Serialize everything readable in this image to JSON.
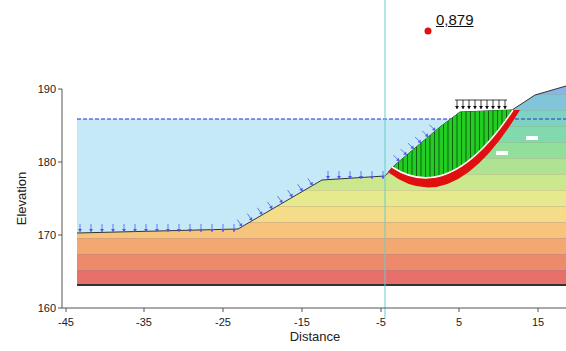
{
  "diagram": {
    "labels": [
      "0,879",
      "190",
      "180",
      "170",
      "160",
      "-45",
      "-35",
      "-25",
      "-15",
      "-5",
      "5",
      "15",
      "Elevation",
      "Distance"
    ]
  }
}
